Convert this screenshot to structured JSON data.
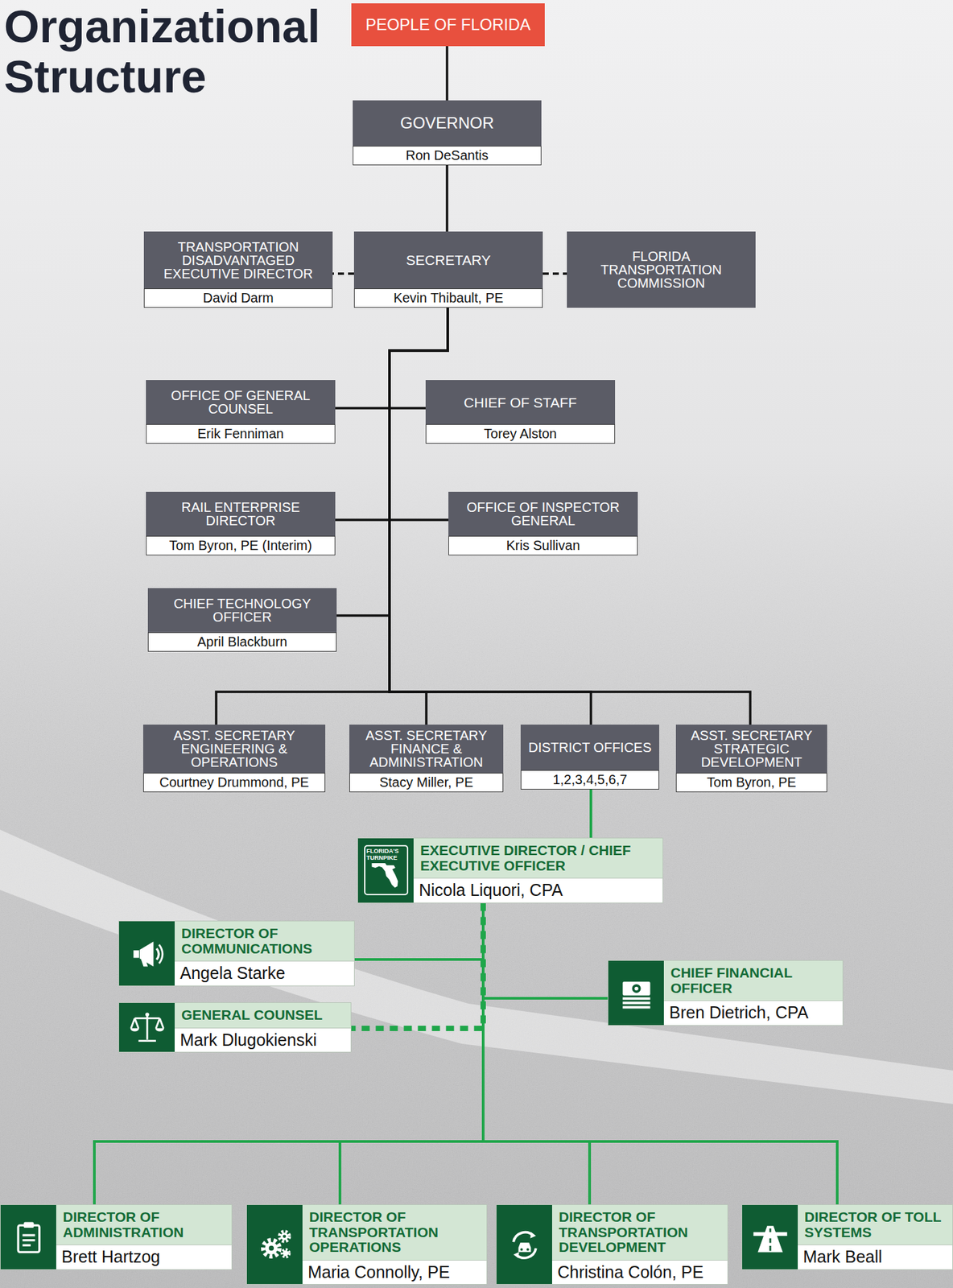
{
  "diagram": {
    "title": "Organizational Structure",
    "nodes": [
      {
        "text": [
          "PEOPLE OF FLORIDA"
        ]
      },
      {
        "text": [
          "GOVERNOR",
          "Ron DeSantis"
        ]
      },
      {
        "text": [
          "TRANSPORTATION DISADVANTAGED EXECUTIVE DIRECTOR",
          "David Darm"
        ]
      },
      {
        "text": [
          "SECRETARY",
          "Kevin Thibault, PE"
        ]
      },
      {
        "text": [
          "FLORIDA TRANSPORTATION COMMISSION"
        ]
      },
      {
        "text": [
          "OFFICE OF GENERAL COUNSEL",
          "Erik Fenniman"
        ]
      },
      {
        "text": [
          "CHIEF OF STAFF",
          "Torey Alston"
        ]
      },
      {
        "text": [
          "RAIL ENTERPRISE DIRECTOR",
          "Tom Byron, PE (Interim)"
        ]
      },
      {
        "text": [
          "OFFICE OF INSPECTOR GENERAL",
          "Kris Sullivan"
        ]
      },
      {
        "text": [
          "CHIEF TECHNOLOGY OFFICER",
          "April Blackburn"
        ]
      },
      {
        "text": [
          "ASST. SECRETARY ENGINEERING & OPERATIONS",
          "Courtney Drummond, PE"
        ]
      },
      {
        "text": [
          "ASST. SECRETARY FINANCE & ADMINISTRATION",
          "Stacy Miller, PE"
        ]
      },
      {
        "text": [
          "DISTRICT OFFICES",
          "1,2,3,4,5,6,7"
        ]
      },
      {
        "text": [
          "ASST. SECRETARY STRATEGIC DEVELOPMENT",
          "Tom Byron, PE"
        ]
      },
      {
        "text": [
          "FLORIDA'S TURNPIKE",
          "EXECUTIVE DIRECTOR / CHIEF EXECUTIVE OFFICER",
          "Nicola Liquori, CPA"
        ]
      },
      {
        "text": [
          "DIRECTOR OF COMMUNICATIONS",
          "Angela Starke"
        ]
      },
      {
        "text": [
          "CHIEF FINANCIAL OFFICER",
          "Bren Dietrich, CPA"
        ]
      },
      {
        "text": [
          "GENERAL COUNSEL",
          "Mark Dlugokienski"
        ]
      },
      {
        "text": [
          "DIRECTOR OF ADMINISTRATION",
          "Brett Hartzog"
        ]
      },
      {
        "text": [
          "DIRECTOR OF TRANSPORTATION OPERATIONS",
          "Maria Connolly, PE"
        ]
      },
      {
        "text": [
          "DIRECTOR OF TRANSPORTATION DEVELOPMENT",
          "Christina Colón, PE"
        ]
      },
      {
        "text": [
          "DIRECTOR OF TOLL SYSTEMS",
          "Mark Beall"
        ]
      }
    ],
    "edges": [
      {
        "from": 0,
        "to": 1,
        "arrow": "none"
      },
      {
        "from": 1,
        "to": 3,
        "arrow": "none"
      },
      {
        "from": 3,
        "to": 2,
        "arrow": "none"
      },
      {
        "from": 3,
        "to": 4,
        "arrow": "none"
      },
      {
        "from": 3,
        "to": 5,
        "arrow": "none"
      },
      {
        "from": 3,
        "to": 6,
        "arrow": "none"
      },
      {
        "from": 3,
        "to": 7,
        "arrow": "none"
      },
      {
        "from": 3,
        "to": 8,
        "arrow": "none"
      },
      {
        "from": 3,
        "to": 9,
        "arrow": "none"
      },
      {
        "from": 3,
        "to": 10,
        "arrow": "none"
      },
      {
        "from": 3,
        "to": 11,
        "arrow": "none"
      },
      {
        "from": 3,
        "to": 12,
        "arrow": "none"
      },
      {
        "from": 3,
        "to": 13,
        "arrow": "none"
      },
      {
        "from": 12,
        "to": 14,
        "arrow": "none"
      },
      {
        "from": 14,
        "to": 15,
        "arrow": "none"
      },
      {
        "from": 14,
        "to": 16,
        "arrow": "none"
      },
      {
        "from": 14,
        "to": 17,
        "arrow": "none"
      },
      {
        "from": 14,
        "to": 18,
        "arrow": "none"
      },
      {
        "from": 14,
        "to": 19,
        "arrow": "none"
      },
      {
        "from": 14,
        "to": 20,
        "arrow": "none"
      },
      {
        "from": 14,
        "to": 21,
        "arrow": "none"
      }
    ]
  }
}
